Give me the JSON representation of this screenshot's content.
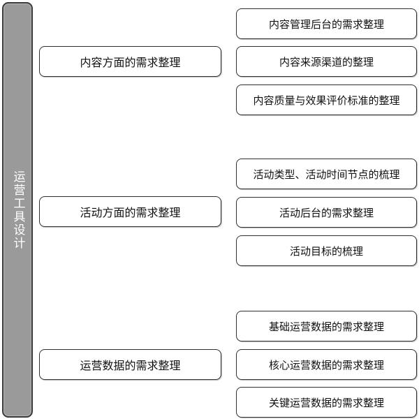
{
  "root": {
    "label": "运营工具设计",
    "color": "#9a9a9a"
  },
  "groups": [
    {
      "label": "内容方面的需求整理",
      "children": [
        "内容管理后台的需求整理",
        "内容来源渠道的整理",
        "内容质量与效果评价标准的整理"
      ]
    },
    {
      "label": "活动方面的需求整理",
      "children": [
        "活动类型、活动时间节点的梳理",
        "活动后台的需求整理",
        "活动目标的梳理"
      ]
    },
    {
      "label": "运营数据的需求整理",
      "children": [
        "基础运营数据的需求整理",
        "核心运营数据的需求整理",
        "关键运营数据的需求整理"
      ]
    }
  ]
}
